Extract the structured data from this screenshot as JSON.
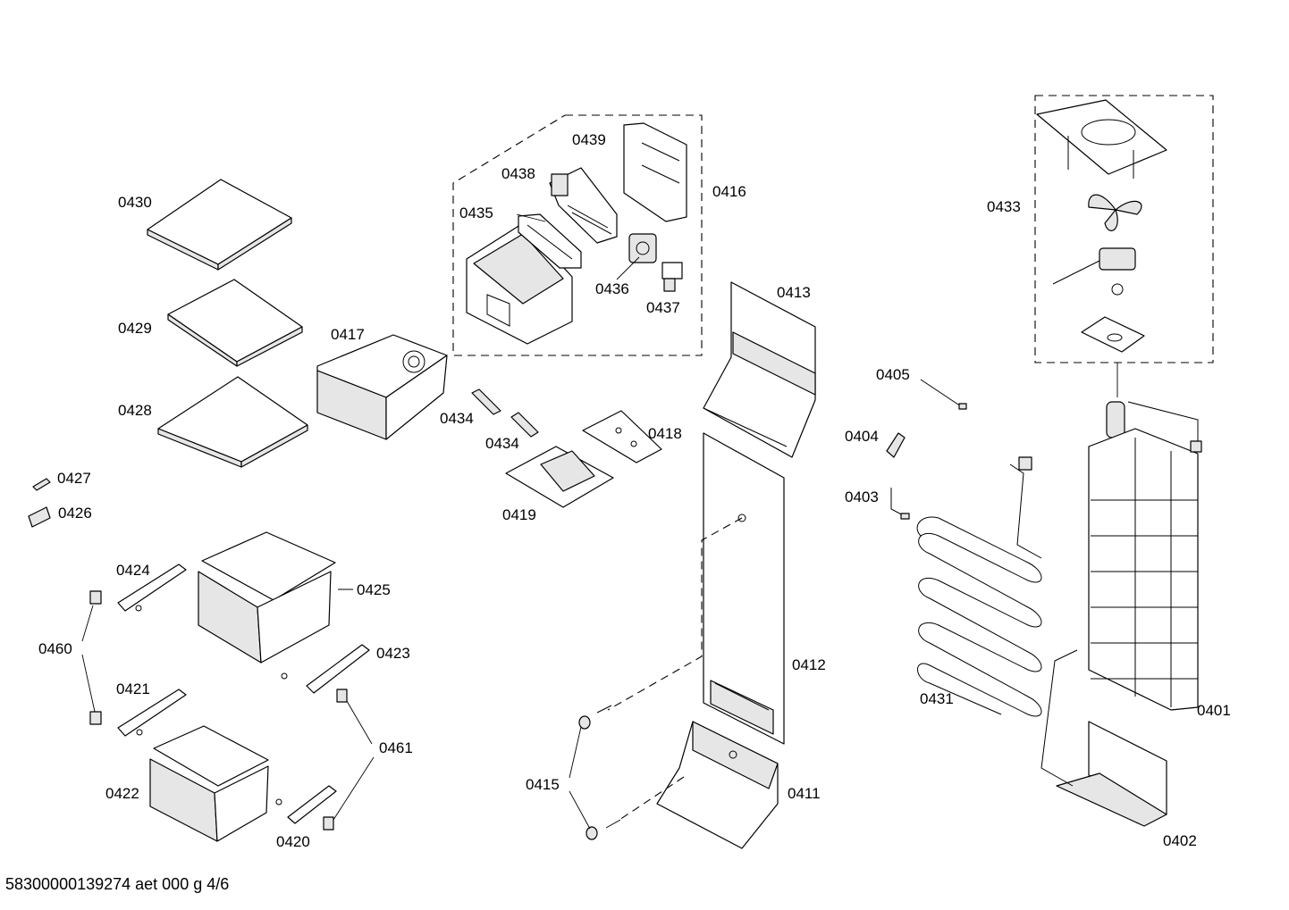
{
  "document_id": "58300000139274 aet 000 g 4/6",
  "labels": {
    "l0401": "0401",
    "l0402": "0402",
    "l0403": "0403",
    "l0404": "0404",
    "l0405": "0405",
    "l0411": "0411",
    "l0412": "0412",
    "l0413": "0413",
    "l0415": "0415",
    "l0416": "0416",
    "l0417": "0417",
    "l0418": "0418",
    "l0419": "0419",
    "l0420": "0420",
    "l0421": "0421",
    "l0422": "0422",
    "l0423": "0423",
    "l0424": "0424",
    "l0425": "0425",
    "l0426": "0426",
    "l0427": "0427",
    "l0428": "0428",
    "l0429": "0429",
    "l0430": "0430",
    "l0431": "0431",
    "l0433": "0433",
    "l0434a": "0434",
    "l0434b": "0434",
    "l0435": "0435",
    "l0436": "0436",
    "l0437": "0437",
    "l0438": "0438",
    "l0439": "0439",
    "l0460": "0460",
    "l0461": "0461"
  }
}
